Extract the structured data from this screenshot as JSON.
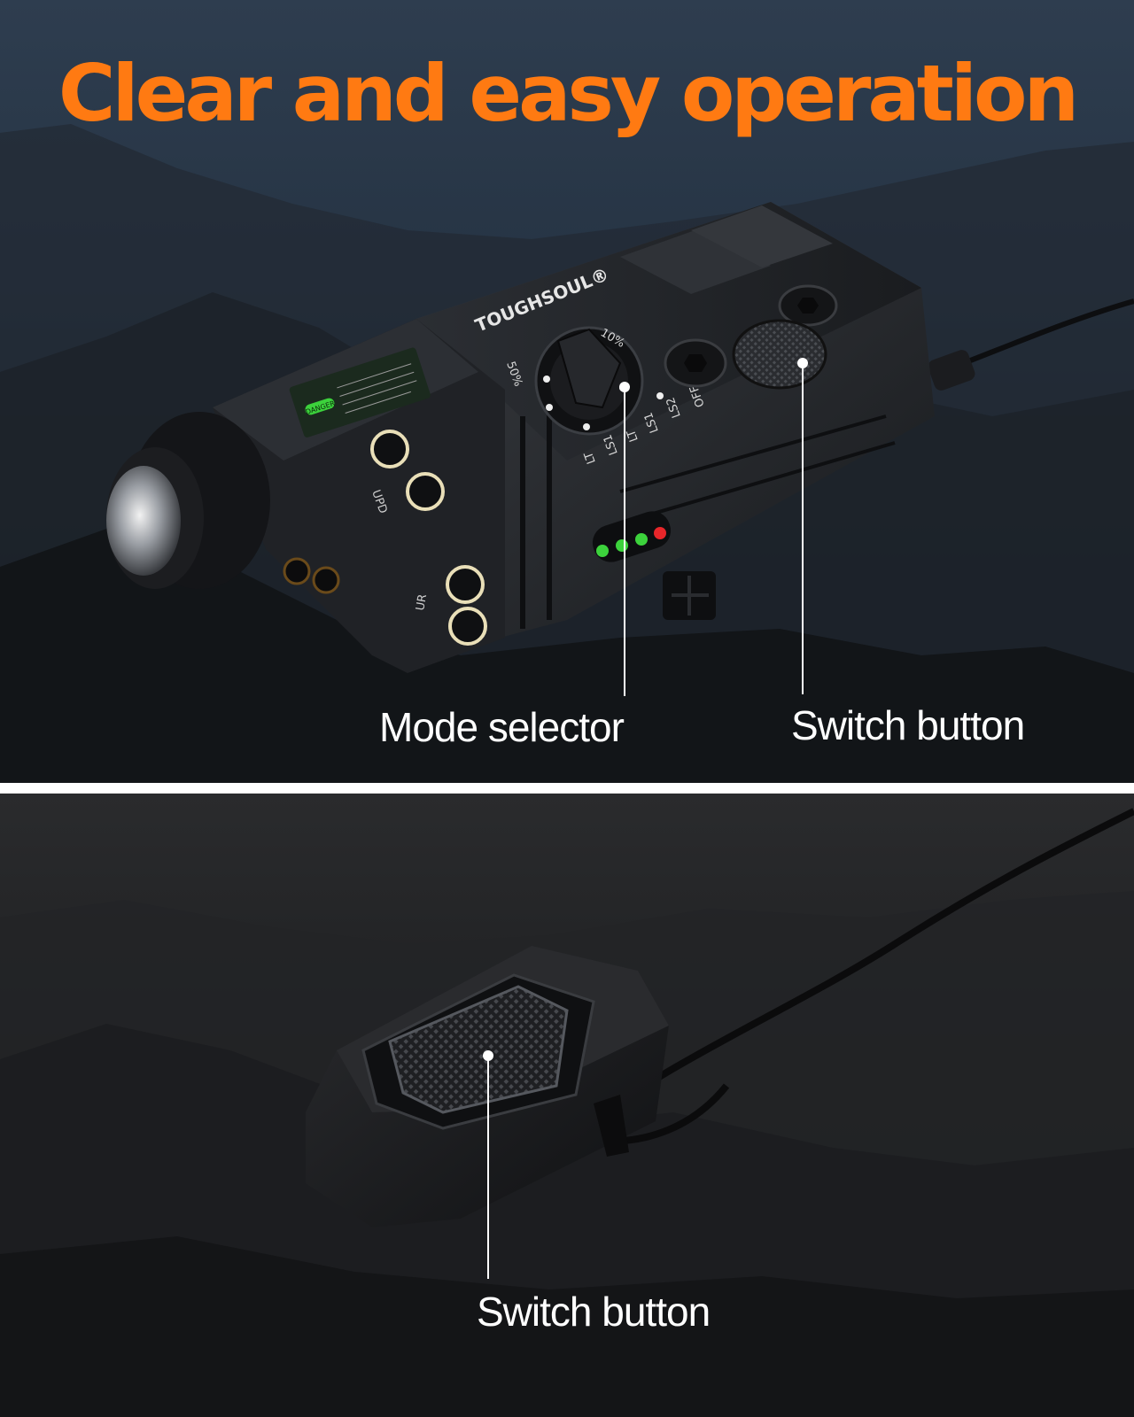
{
  "headline": "Clear and easy operation",
  "captions": {
    "mode_selector": "Mode selector",
    "switch_button_top": "Switch button",
    "switch_button_bottom": "Switch button"
  },
  "device": {
    "brand": "TOUGHSOUL®",
    "dial_labels": [
      "10%",
      "50%",
      "OFF",
      "LS2",
      "LS1",
      "LT",
      "LS1",
      "LT"
    ],
    "port_labels": [
      "UPD",
      "UR"
    ],
    "warning_tag": "DANGER",
    "indicator_leds": [
      "green",
      "green",
      "green",
      "red"
    ]
  },
  "colors": {
    "headline": "#ff7a12",
    "caption": "#ffffff",
    "led_green": "#3cd23c",
    "led_red": "#e8262a"
  }
}
